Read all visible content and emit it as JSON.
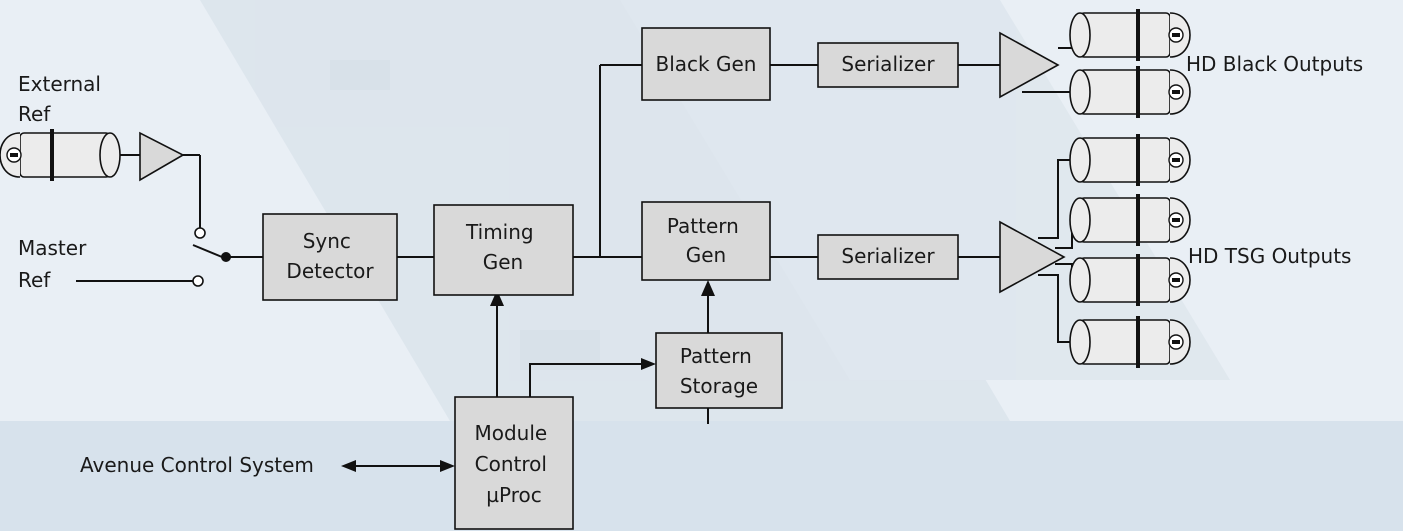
{
  "colors": {
    "background": "#e9eff5",
    "lower_band": "#d7e2ec",
    "block_fill": "#d9d9d9",
    "line": "#111111",
    "bnc_fill": "#ececec"
  },
  "inputs": {
    "external_ref": [
      "External",
      "Ref"
    ],
    "master_ref": [
      "Master",
      "Ref"
    ]
  },
  "blocks": {
    "sync_detector": [
      "Sync",
      "Detector"
    ],
    "timing_gen": [
      "Timing",
      "Gen"
    ],
    "black_gen": [
      "Black Gen"
    ],
    "pattern_gen": [
      "Pattern",
      "Gen"
    ],
    "serializer_top": [
      "Serializer"
    ],
    "serializer_bottom": [
      "Serializer"
    ],
    "pattern_storage": [
      "Pattern",
      "Storage"
    ],
    "module_control": [
      "Module",
      "Control",
      "µProc"
    ]
  },
  "outputs": {
    "hd_black": "HD Black Outputs",
    "hd_tsg": "HD TSG Outputs"
  },
  "control": {
    "avenue": "Avenue Control System"
  },
  "icons": [
    "bnc-connector-icon",
    "amplifier-triangle-icon",
    "switch-icon"
  ]
}
